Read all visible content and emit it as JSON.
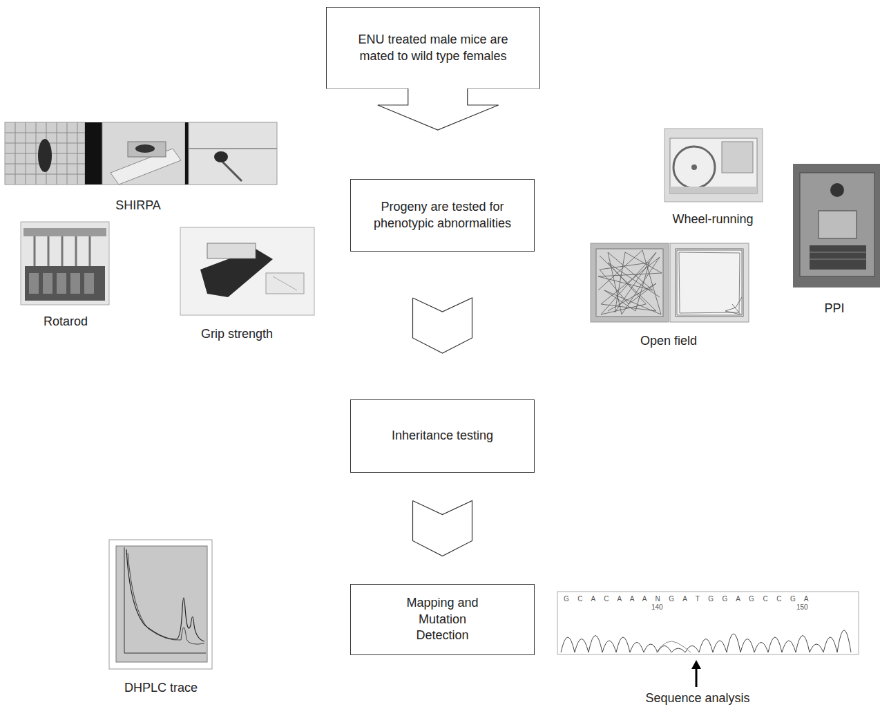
{
  "diagram": {
    "nodes": [
      {
        "text": [
          "ENU treated male mice are mated to wild type females"
        ]
      },
      {
        "text": [
          "Progeny are tested for phenotypic abnormalities"
        ]
      },
      {
        "text": [
          "Inheritance testing"
        ]
      },
      {
        "text": [
          "Mapping and Mutation Detection"
        ]
      }
    ],
    "edges": [
      {
        "from": 0,
        "to": 1,
        "arrow": "to"
      },
      {
        "from": 1,
        "to": 2,
        "arrow": "to"
      },
      {
        "from": 2,
        "to": 3,
        "arrow": "to"
      }
    ],
    "labels": [
      "SHIRPA",
      "Rotarod",
      "Grip strength",
      "Wheel-running",
      "Open field",
      "PPI",
      "DHPLC trace",
      "G C A C A A A N G A T G G A G C C G A",
      "140",
      "150",
      "Sequence analysis"
    ]
  }
}
